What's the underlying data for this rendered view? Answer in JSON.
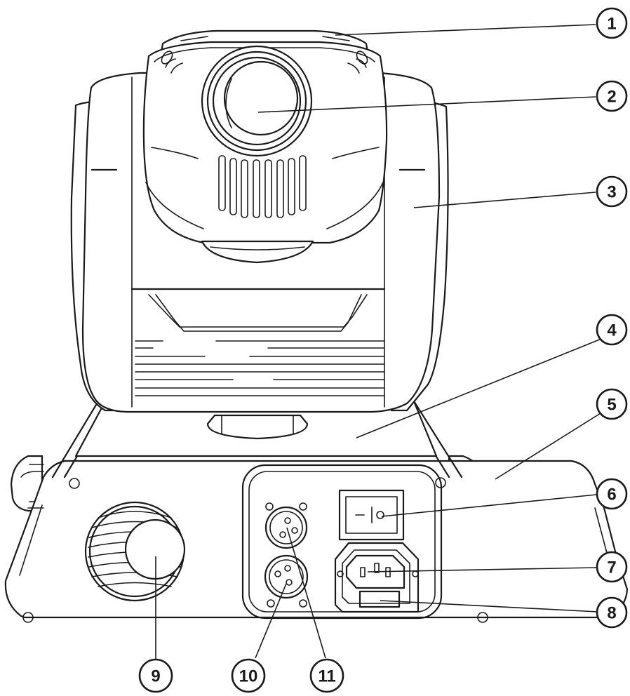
{
  "diagram": {
    "callouts": [
      {
        "id": 1,
        "label": "1"
      },
      {
        "id": 2,
        "label": "2"
      },
      {
        "id": 3,
        "label": "3"
      },
      {
        "id": 4,
        "label": "4"
      },
      {
        "id": 5,
        "label": "5"
      },
      {
        "id": 6,
        "label": "6"
      },
      {
        "id": 7,
        "label": "7"
      },
      {
        "id": 8,
        "label": "8"
      },
      {
        "id": 9,
        "label": "9"
      },
      {
        "id": 10,
        "label": "10"
      },
      {
        "id": 11,
        "label": "11"
      }
    ]
  },
  "colors": {
    "line": "#1a1a1a",
    "background": "#ffffff"
  }
}
